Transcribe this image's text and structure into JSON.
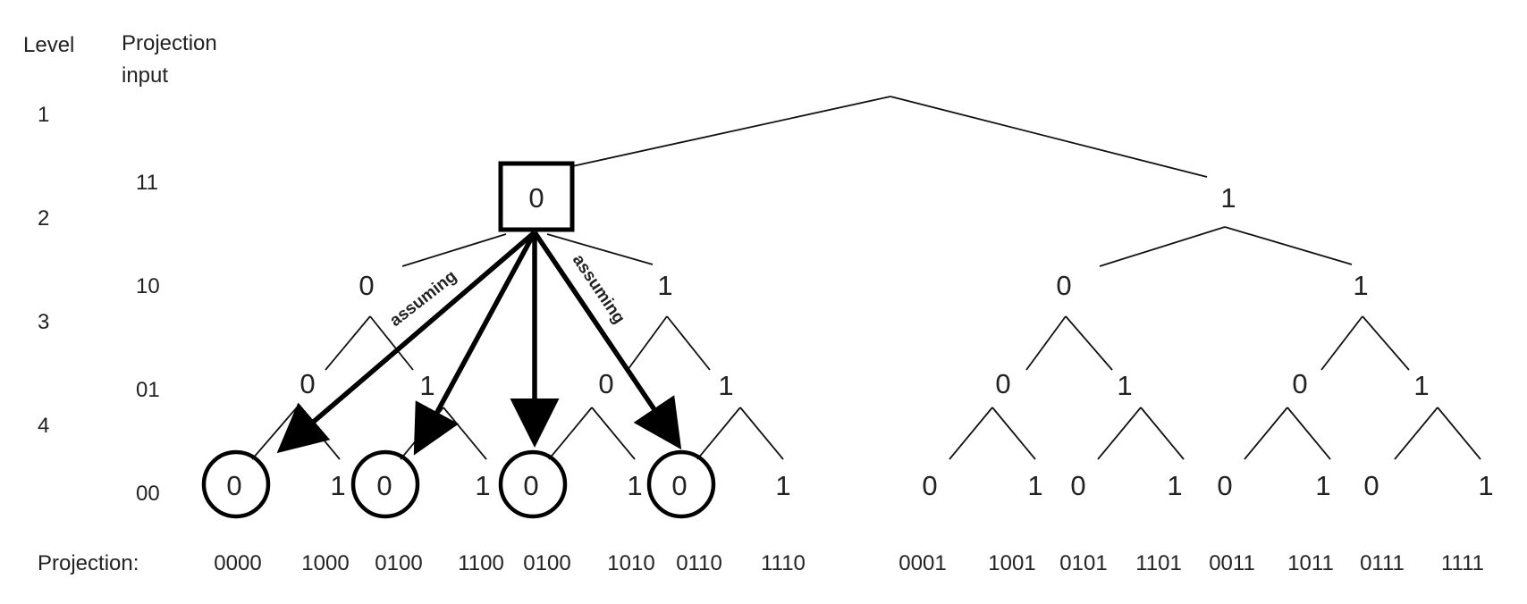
{
  "headers": {
    "level": "Level",
    "projection_input_line1": "Projection",
    "projection_input_line2": "input"
  },
  "levels": [
    "1",
    "2",
    "3",
    "4"
  ],
  "inputs": [
    "11",
    "10",
    "01",
    "00"
  ],
  "tree": {
    "level2": [
      "0",
      "1"
    ],
    "level3": [
      "0",
      "1",
      "0",
      "1"
    ],
    "level4": [
      "0",
      "1",
      "0",
      "1",
      "0",
      "1",
      "0",
      "1"
    ],
    "leaves": [
      "0",
      "1",
      "0",
      "1",
      "0",
      "1",
      "0",
      "1",
      "0",
      "1",
      "0",
      "1",
      "0",
      "1",
      "0",
      "1"
    ]
  },
  "assuming_label": "assuming",
  "projection_label": "Projection:",
  "projections": [
    "0000",
    "1000",
    "0100",
    "1100",
    "0100",
    "1010",
    "0110",
    "1110",
    "0001",
    "1001",
    "0101",
    "1101",
    "0011",
    "1011",
    "0111",
    "1111"
  ]
}
